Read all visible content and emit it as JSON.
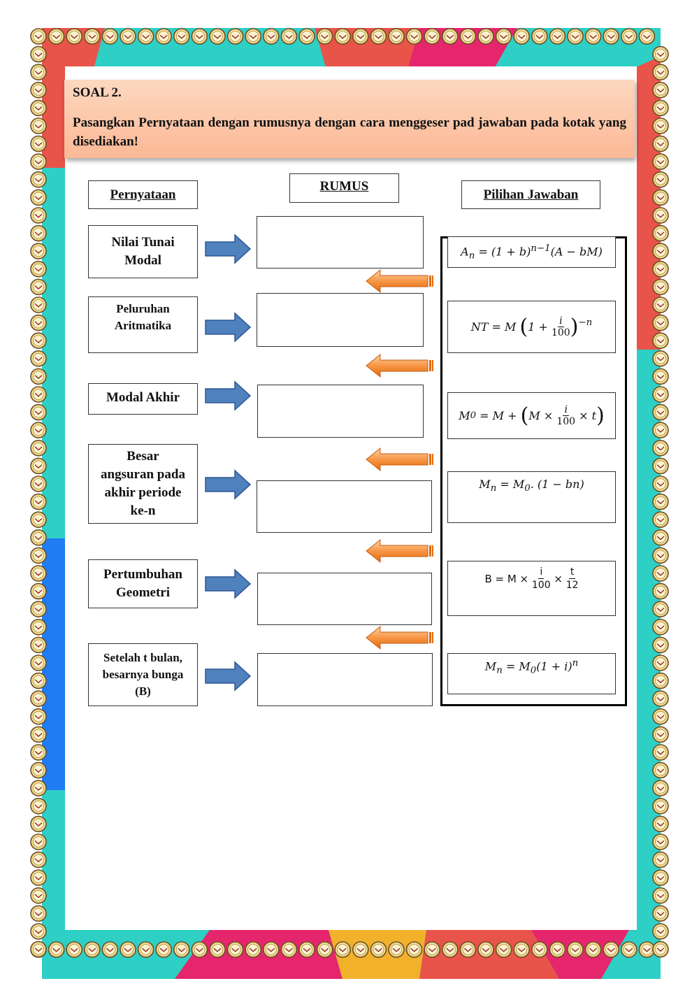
{
  "header": {
    "title": "SOAL 2.",
    "instruction": "Pasangkan Pernyataan dengan rumusnya dengan cara menggeser pad jawaban pada kotak yang disediakan!"
  },
  "columns": {
    "pernyataan": "Pernyataan",
    "rumus": "RUMUS",
    "pilihan": "Pilihan Jawaban"
  },
  "statements": [
    {
      "line1": "Nilai Tunai",
      "line2": "Modal"
    },
    {
      "line1": "Peluruhan",
      "line2": "Aritmatika"
    },
    {
      "line1": "Modal Akhir"
    },
    {
      "line1": "Besar",
      "line2": "angsuran pada",
      "line3": "akhir periode",
      "line4": "ke-n"
    },
    {
      "line1": "Pertumbuhan",
      "line2": "Geometri"
    },
    {
      "line1": "Setelah t bulan,",
      "line2": "besarnya bunga",
      "line3": "(B)"
    }
  ],
  "answers": [
    "An = (1 + b)^(n−1) (A − bM)",
    "NT = M (1 + i/100)^(−n)",
    "M0 = M + (M × i/100 × t)",
    "Mn = M0 . (1 − bn)",
    "B = M × i/100 × t/12",
    "Mn = M0 (1 + i)^n"
  ],
  "colors": {
    "header_fill": "#fbc3a3",
    "blue_arrow": "#4f81bd",
    "orange_arrow": "#f79646",
    "teal": "#2ecfc4",
    "red": "#e8534a",
    "pink": "#e5266c",
    "blue": "#1f7cf2",
    "yellow": "#f2b12a"
  }
}
